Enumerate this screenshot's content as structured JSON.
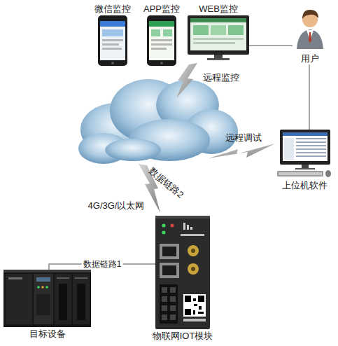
{
  "diagram": {
    "nodes": [
      {
        "text": [
          "微信监控"
        ]
      },
      {
        "text": [
          "APP监控"
        ]
      },
      {
        "text": [
          "WEB监控"
        ]
      },
      {
        "text": [
          "用户"
        ]
      },
      {
        "text": [
          "上位机软件"
        ]
      },
      {
        "text": [
          "物联网IOT模块"
        ]
      },
      {
        "text": [
          "目标设备"
        ]
      }
    ],
    "edges": [
      {
        "from": 3,
        "to": 2,
        "arrow": "none"
      },
      {
        "from": 3,
        "to": 4,
        "arrow": "none"
      },
      {
        "from": 6,
        "to": 5,
        "label": "数据链路1",
        "arrow": "none"
      }
    ],
    "labels": [
      "远程监控",
      "远程调试",
      "数据链路2",
      "4G/3G/以太网"
    ]
  }
}
